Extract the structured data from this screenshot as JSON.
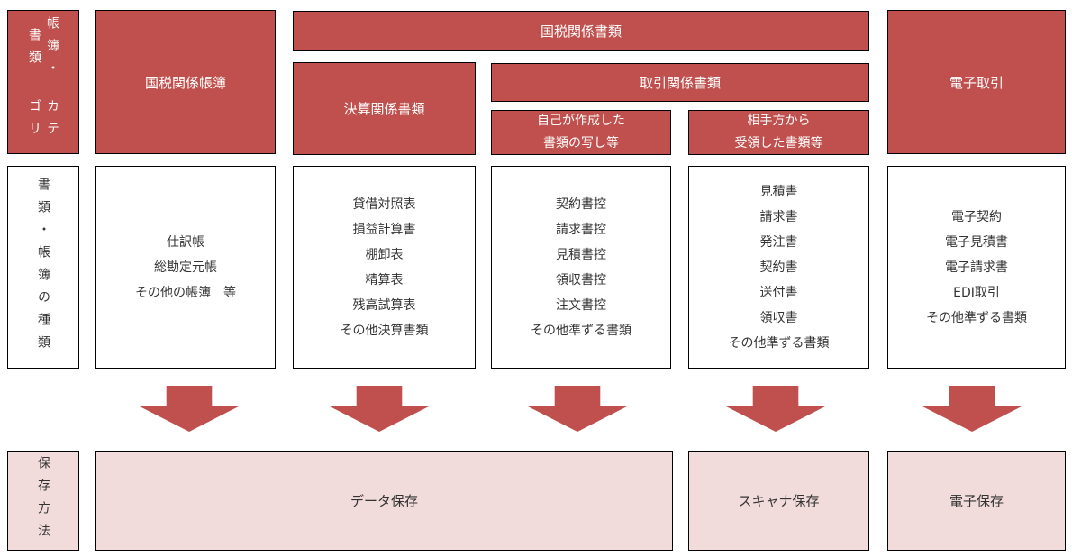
{
  "colors": {
    "red": "#c0504d",
    "pink": "#f2dcdb",
    "border": "#000000",
    "text_dark": "#333333",
    "text_light": "#ffffff"
  },
  "row_labels": {
    "category": {
      "line1": "帳簿・書類",
      "line2": "カテゴリ"
    },
    "types": "書類・帳簿の種類",
    "storage": "保存方法"
  },
  "headers": {
    "kokuzei_chobo": "国税関係帳簿",
    "kokuzei_shorui": "国税関係書類",
    "kessan": "決算関係書類",
    "torihiki": "取引関係書類",
    "jiko": {
      "line1": "自己が作成した",
      "line2": "書類の写し等"
    },
    "aite": {
      "line1": "相手方から",
      "line2": "受領した書類等"
    },
    "denshi_torihiki": "電子取引"
  },
  "document_lists": {
    "chobo": [
      "仕訳帳",
      "総勘定元帳",
      "その他の帳簿　等"
    ],
    "kessan": [
      "貸借対照表",
      "損益計算書",
      "棚卸表",
      "精算表",
      "残高試算表",
      "その他決算書類"
    ],
    "jiko": [
      "契約書控",
      "請求書控",
      "見積書控",
      "領収書控",
      "注文書控",
      "その他準ずる書類"
    ],
    "aite": [
      "見積書",
      "請求書",
      "発注書",
      "契約書",
      "送付書",
      "領収書",
      "その他準ずる書類"
    ],
    "denshi": [
      "電子契約",
      "電子見積書",
      "電子請求書",
      "EDI取引",
      "その他準ずる書類"
    ]
  },
  "storage_methods": {
    "data": "データ保存",
    "scanner": "スキャナ保存",
    "denshi": "電子保存"
  }
}
